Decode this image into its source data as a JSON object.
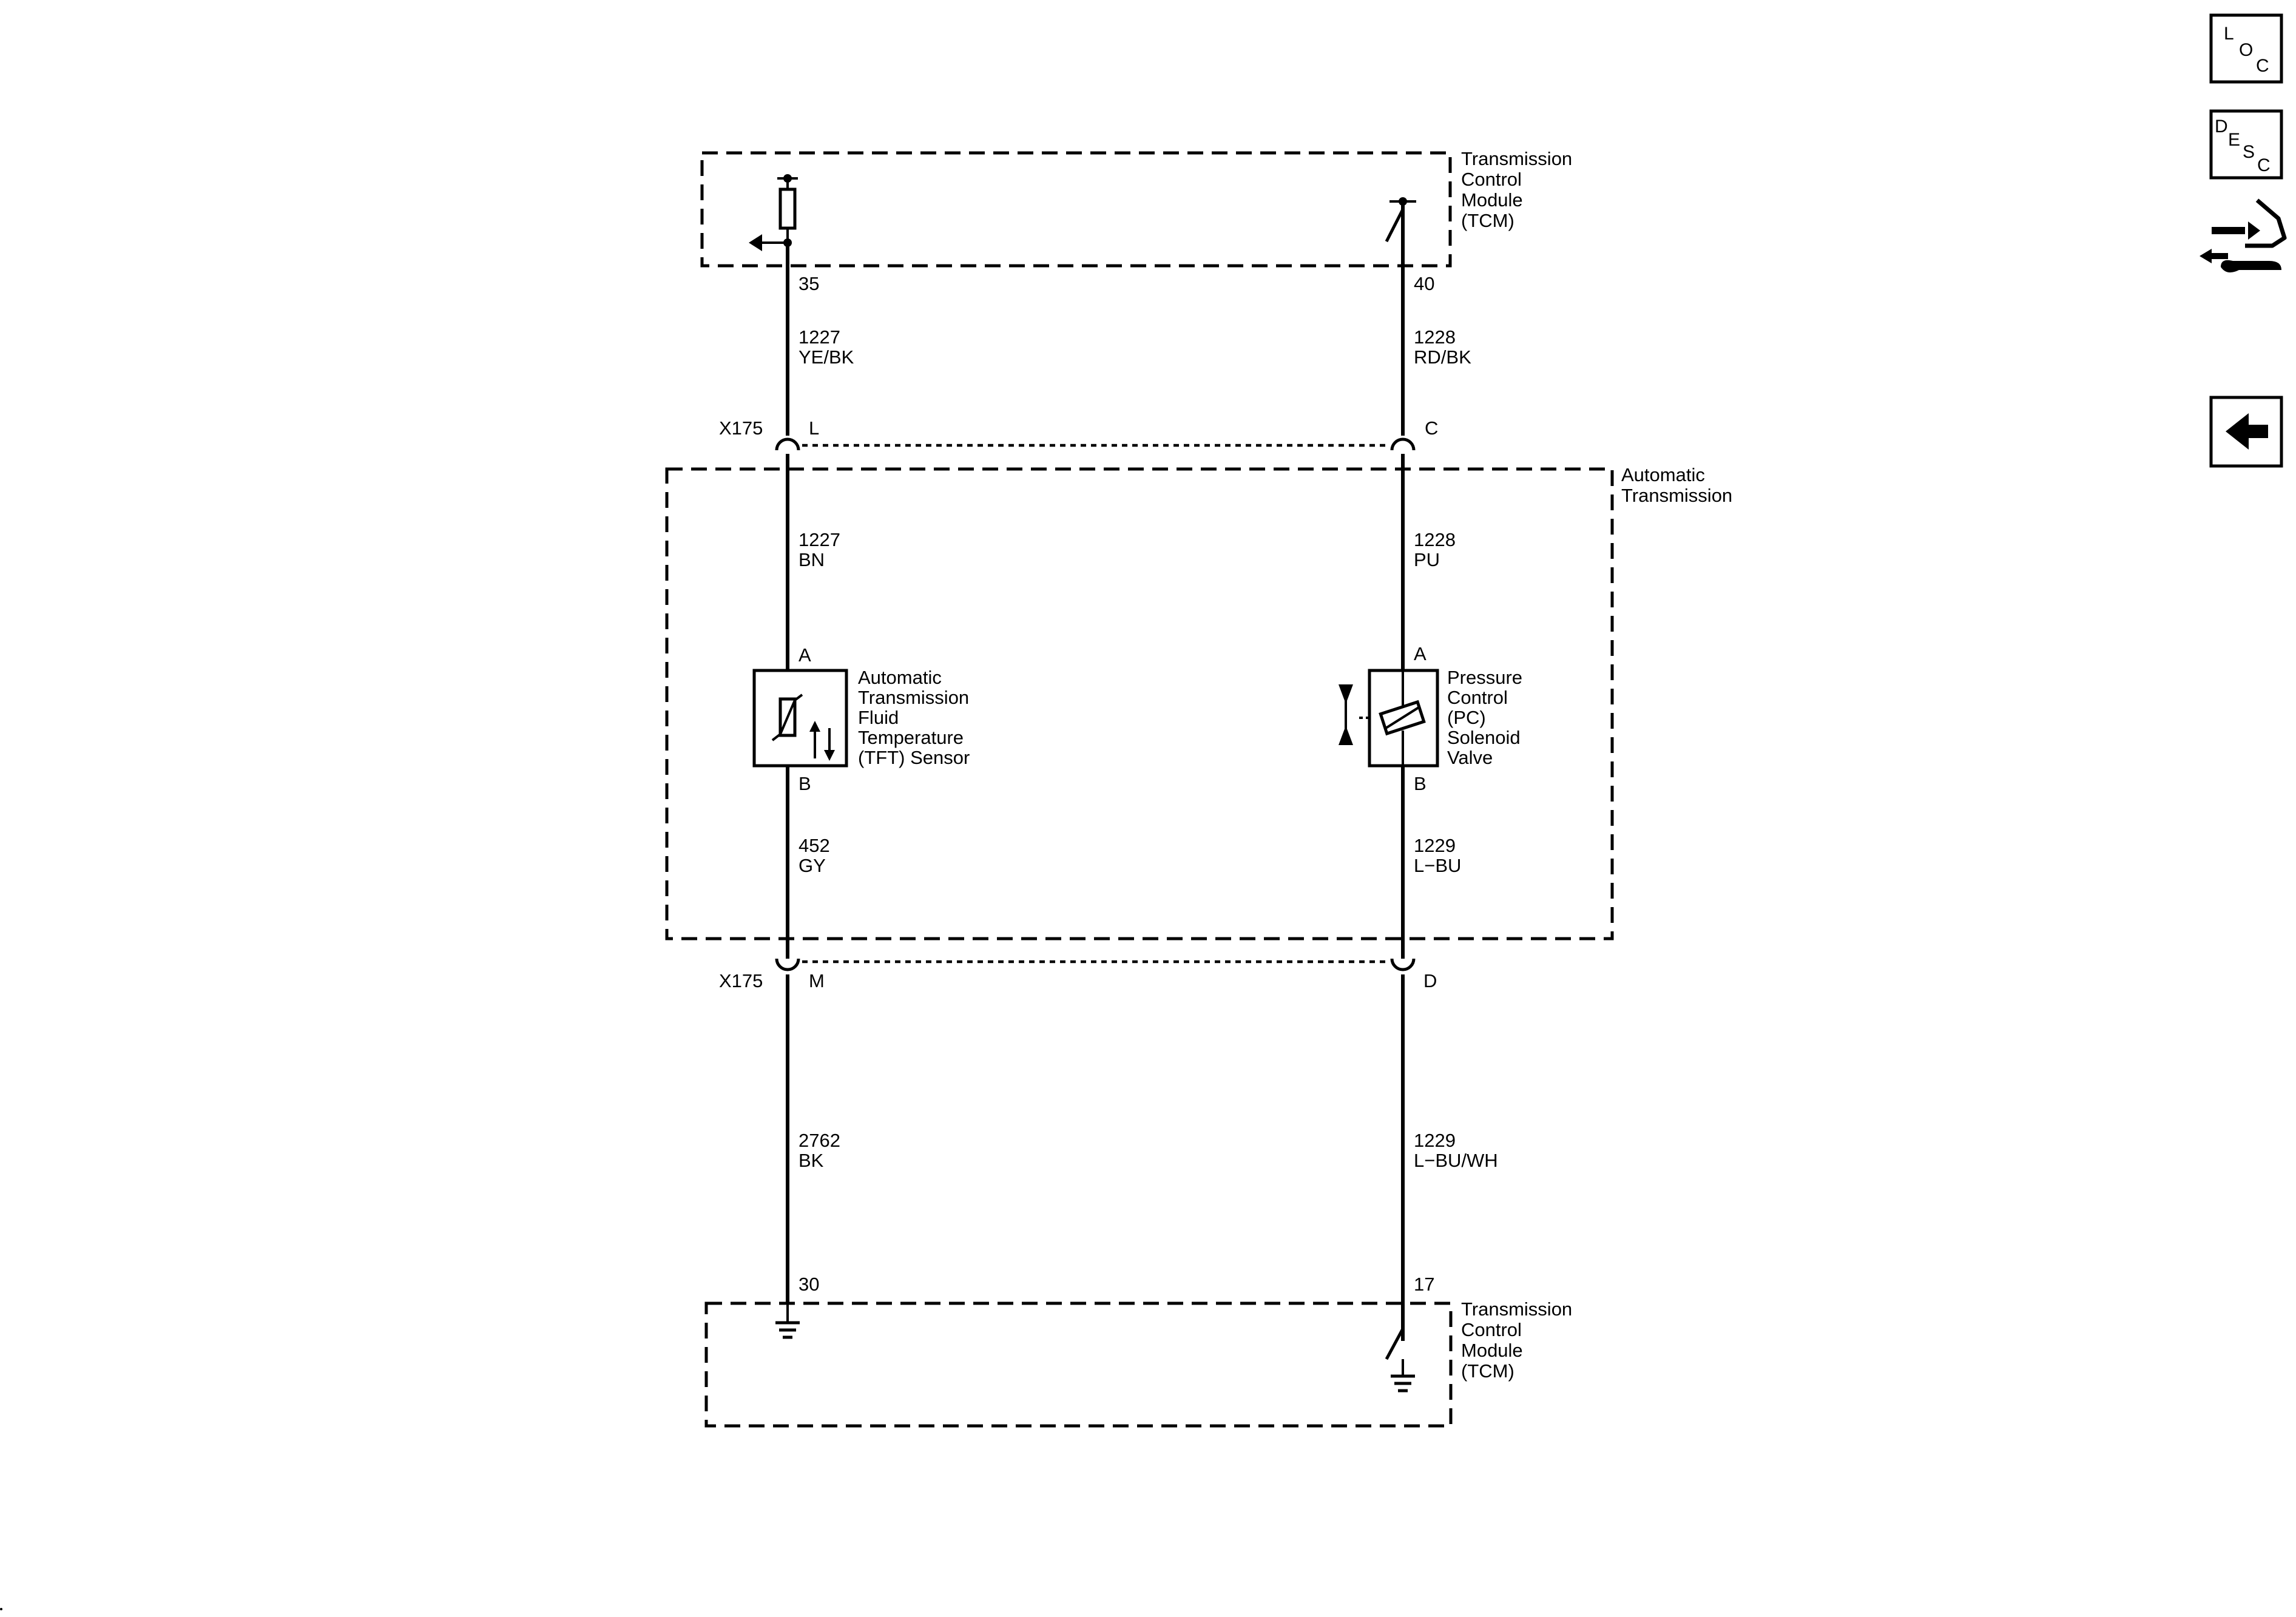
{
  "modules": {
    "tcm_top": {
      "lines": [
        "Transmission",
        "Control",
        "Module",
        "(TCM)"
      ]
    },
    "auto_trans": {
      "lines": [
        "Automatic",
        "Transmission"
      ]
    },
    "tcm_bottom": {
      "lines": [
        "Transmission",
        "Control",
        "Module",
        "(TCM)"
      ]
    }
  },
  "pins": {
    "tcm_left": "35",
    "tcm_right": "40",
    "tcm_bottom_left": "30",
    "tcm_bottom_right": "17"
  },
  "wires": {
    "w1": {
      "circuit": "1227",
      "color": "YE/BK"
    },
    "w2": {
      "circuit": "1228",
      "color": "RD/BK"
    },
    "w3": {
      "circuit": "1227",
      "color": "BN"
    },
    "w4": {
      "circuit": "1228",
      "color": "PU"
    },
    "w5": {
      "circuit": "452",
      "color": "GY"
    },
    "w6": {
      "circuit": "1229",
      "color": "L−BU"
    },
    "w7": {
      "circuit": "2762",
      "color": "BK"
    },
    "w8": {
      "circuit": "1229",
      "color": "L−BU/WH"
    }
  },
  "connectors": {
    "upper": {
      "name": "X175",
      "left_pin": "L",
      "right_pin": "C"
    },
    "lower": {
      "name": "X175",
      "left_pin": "M",
      "right_pin": "D"
    }
  },
  "components": {
    "tft_sensor": {
      "pin_a": "A",
      "pin_b": "B",
      "label_lines": [
        "Automatic",
        "Transmission",
        "Fluid",
        "Temperature",
        "(TFT) Sensor"
      ]
    },
    "pc_solenoid": {
      "pin_a": "A",
      "pin_b": "B",
      "label_lines": [
        "Pressure",
        "Control",
        "(PC)",
        "Solenoid",
        "Valve"
      ]
    }
  },
  "nav": {
    "loc": {
      "letters": [
        "L",
        "O",
        "C"
      ],
      "icon": "loc-icon"
    },
    "desc": {
      "letters": [
        "D",
        "E",
        "S",
        "C"
      ],
      "icon": "desc-icon"
    },
    "connector_icon": "connector-repair-icon",
    "back_icon": "back-arrow-icon"
  }
}
